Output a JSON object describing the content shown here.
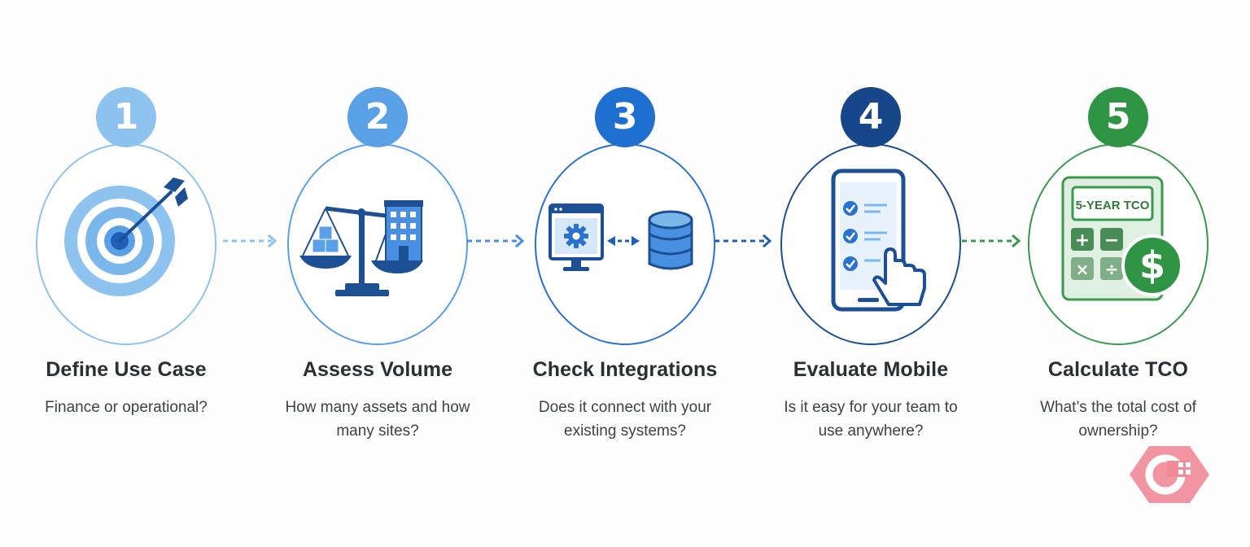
{
  "steps": [
    {
      "number": "1",
      "title": "Define Use Case",
      "description": "Finance or operational?",
      "color": "#8ec3f0",
      "badge_color": "#8ec3f0",
      "icon": "target-arrow-icon"
    },
    {
      "number": "2",
      "title": "Assess Volume",
      "description": "How many assets and how many sites?",
      "color": "#5aa0e6",
      "badge_color": "#5aa0e6",
      "icon": "scale-building-icon"
    },
    {
      "number": "3",
      "title": "Check Integrations",
      "description": "Does it connect with your existing systems?",
      "color": "#2a72cf",
      "badge_color": "#1f6fd1",
      "icon": "computer-database-icon"
    },
    {
      "number": "4",
      "title": "Evaluate Mobile",
      "description": "Is it easy for your team to use anywhere?",
      "color": "#1d4f94",
      "badge_color": "#17468a",
      "icon": "phone-checklist-icon"
    },
    {
      "number": "5",
      "title": "Calculate TCO",
      "description": "What’s the total cost of ownership?",
      "color": "#3a9a4c",
      "badge_color": "#2f9444",
      "icon": "calculator-dollar-icon"
    }
  ],
  "calculator_label": "5-YEAR TCO",
  "calculator_keys": [
    "+",
    "−",
    "×",
    "÷"
  ],
  "dollar_symbol": "$",
  "connector_colors": [
    "#8ec3f0",
    "#4a90e2",
    "#1f5fb8",
    "#1d4f94"
  ],
  "watermark_color": "#f08a98"
}
